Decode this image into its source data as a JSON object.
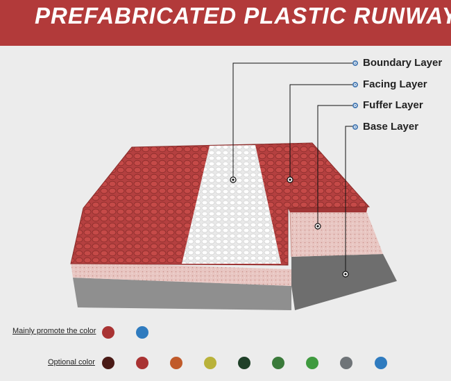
{
  "banner": {
    "title": "PREFABRICATED PLASTIC RUNWAY",
    "color": "#b23a3a"
  },
  "layers": [
    {
      "label": "Boundary Layer"
    },
    {
      "label": "Facing Layer"
    },
    {
      "label": "Fuffer Layer"
    },
    {
      "label": "Base Layer"
    }
  ],
  "colors": {
    "main_label": "Mainly promote the color",
    "main": [
      "#a93333",
      "#2f7bbf"
    ],
    "optional_label": "Optional color",
    "optional": [
      "#4a1a16",
      "#a93333",
      "#c05a2a",
      "#b9b23a",
      "#1f4028",
      "#3a7a3a",
      "#3f9a3f",
      "#6f7478",
      "#2f7bbf"
    ]
  }
}
